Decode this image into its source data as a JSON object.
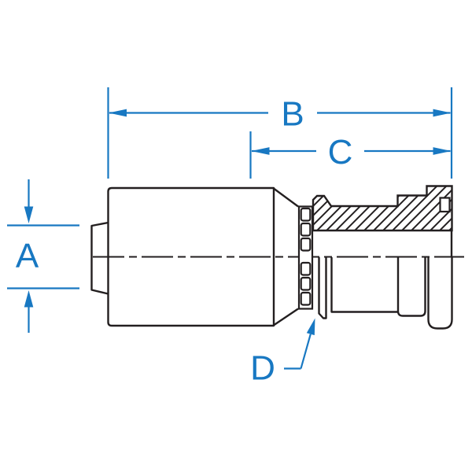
{
  "drawing": {
    "title": "Crimp hose fitting with flange head - dimensioned half-section drawing",
    "background": "#ffffff",
    "ink_color": "#231f20",
    "dimension_color": "#1878c2",
    "dimensions": {
      "a": {
        "label": "A"
      },
      "b": {
        "label": "B"
      },
      "c": {
        "label": "C"
      },
      "d": {
        "label": "D"
      }
    }
  }
}
